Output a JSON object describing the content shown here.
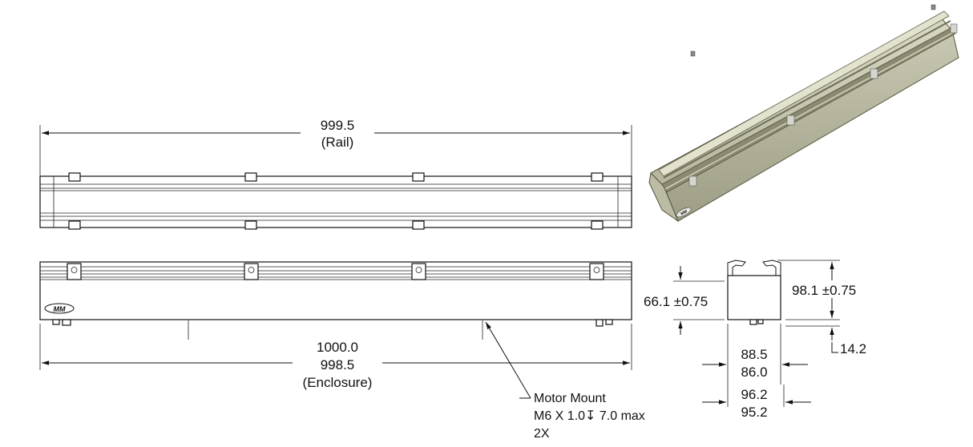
{
  "top_view": {
    "rail_length": "999.5",
    "rail_label": "(Rail)"
  },
  "front_view": {
    "length_overall": "1000.0",
    "length_enclosure": "998.5",
    "enclosure_label": "(Enclosure)",
    "logo": "MM"
  },
  "motor_mount_note": {
    "line1": "Motor Mount",
    "line2": "M6 X 1.0↧ 7.0 max",
    "line3": "2X"
  },
  "end_view": {
    "height_inner": "66.1 ±0.75",
    "height_overall": "98.1 ±0.75",
    "offset": "14.2",
    "width_a1": "88.5",
    "width_a2": "86.0",
    "width_b1": "96.2",
    "width_b2": "95.2"
  },
  "iso_view": {
    "logo": "MM"
  },
  "colors": {
    "line": "#111111",
    "rail_metal": "#a8a78c",
    "rail_dark": "#6f6e58",
    "rail_light": "#d6d5c2"
  }
}
